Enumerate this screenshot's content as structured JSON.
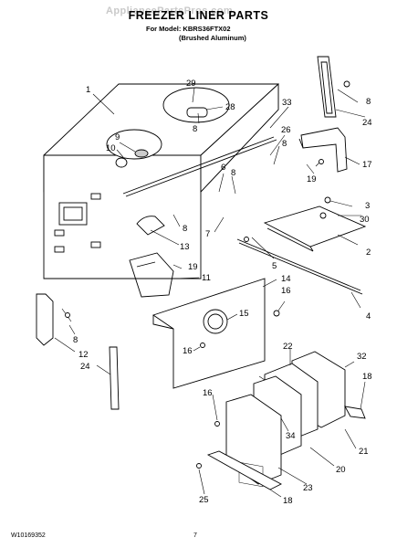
{
  "header": {
    "watermark": "AppliancePartsPros.com",
    "title": "FREEZER LINER PARTS",
    "model_line": "For Model: KBRS36FTX02",
    "finish_line": "(Brushed Aluminum)"
  },
  "footer": {
    "doc_number": "W10169352",
    "page_number": "7"
  },
  "diagram": {
    "part_labels": [
      "1",
      "29",
      "28",
      "8",
      "9",
      "10",
      "33",
      "26",
      "8",
      "6",
      "8",
      "17",
      "19",
      "24",
      "8",
      "3",
      "30",
      "2",
      "5",
      "4",
      "8",
      "13",
      "7",
      "19",
      "11",
      "14",
      "16",
      "15",
      "16",
      "12",
      "8",
      "24",
      "22",
      "32",
      "18",
      "16",
      "34",
      "21",
      "20",
      "23",
      "25",
      "18"
    ]
  }
}
